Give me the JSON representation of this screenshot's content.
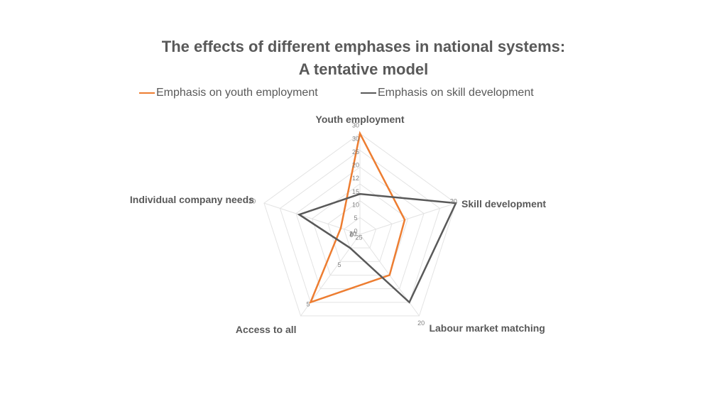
{
  "chart_data": {
    "type": "radar",
    "title_line1": "The effects of different emphases in national systems:",
    "title_line2": "A tentative model",
    "categories": [
      "Youth employment",
      "Skill development",
      "Labour market matching",
      "Access to all",
      "Individual company needs"
    ],
    "series": [
      {
        "name": "Emphasis on youth employment",
        "color": "#ED7D31",
        "values": [
          30,
          14,
          15,
          25,
          6
        ]
      },
      {
        "name": "Emphasis on skill development",
        "color": "#595959",
        "values": [
          12,
          30,
          25,
          5,
          19
        ]
      }
    ],
    "scale_max": 30,
    "grid_levels": 6,
    "axis_tick_labels": [
      [
        "30",
        "30",
        "25",
        "20",
        "12",
        "15",
        "10",
        "5",
        "0"
      ],
      [
        "20",
        "20"
      ],
      [
        "20",
        "25"
      ],
      [
        "5"
      ],
      [
        "20",
        "10"
      ]
    ],
    "center_label": "0",
    "extra_tick_labels": [
      "5"
    ]
  }
}
